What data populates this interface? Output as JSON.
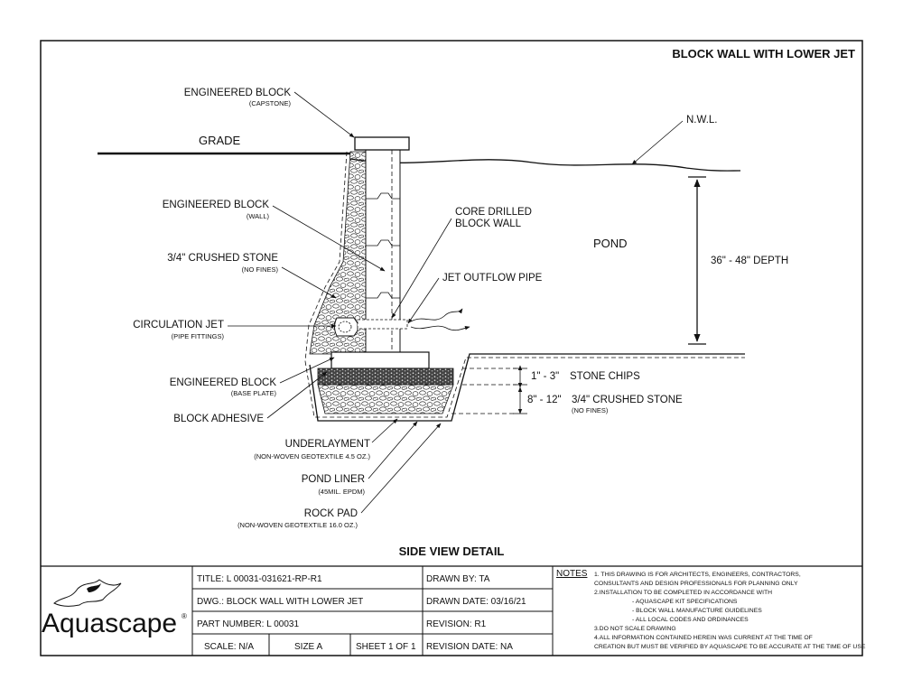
{
  "sheet_title": "BLOCK WALL WITH LOWER JET",
  "view_title": "SIDE VIEW DETAIL",
  "labels": {
    "capstone": "ENGINEERED BLOCK",
    "capstone_sub": "(CAPSTONE)",
    "grade": "GRADE",
    "nwl": "N.W.L.",
    "wall": "ENGINEERED BLOCK",
    "wall_sub": "(WALL)",
    "core": "CORE DRILLED",
    "core2": "BLOCK WALL",
    "pond": "POND",
    "depth": "36\" - 48\" DEPTH",
    "crushed": "3/4\" CRUSHED STONE",
    "crushed_sub": "(NO FINES)",
    "jet_pipe": "JET OUTFLOW PIPE",
    "circ_jet": "CIRCULATION JET",
    "circ_jet_sub": "(PIPE FITTINGS)",
    "base": "ENGINEERED BLOCK",
    "base_sub": "(BASE PLATE)",
    "adhesive": "BLOCK ADHESIVE",
    "chips_dim": "1\" - 3\"",
    "chips": "STONE CHIPS",
    "crushed2_dim": "8\" - 12\"",
    "crushed2": "3/4\" CRUSHED STONE",
    "crushed2_sub": "(NO FINES)",
    "underlay": "UNDERLAYMENT",
    "underlay_sub": "(NON-WOVEN GEOTEXTILE 4.5 OZ.)",
    "liner": "POND LINER",
    "liner_sub": "(45MIL. EPDM)",
    "rockpad": "ROCK PAD",
    "rockpad_sub": "(NON-WOVEN GEOTEXTILE 16.0 OZ.)"
  },
  "logo": {
    "brand": "Aquascape",
    "mark": "®"
  },
  "title_block": {
    "title": "TITLE: L 00031-031621-RP-R1",
    "dwg": "DWG.: BLOCK WALL WITH LOWER JET",
    "part": "PART NUMBER:   L 00031",
    "scale": "SCALE: N/A",
    "size": "SIZE  A",
    "sheet": "SHEET 1 OF 1",
    "drawn_by": "DRAWN BY: TA",
    "drawn_date": "DRAWN DATE: 03/16/21",
    "revision": "REVISION: R1",
    "revision_date": "REVISION DATE:  NA"
  },
  "notes": {
    "heading": "NOTES",
    "lines": [
      "1. THIS DRAWING IS FOR ARCHITECTS, ENGINEERS, CONTRACTORS,",
      "CONSULTANTS AND DESIGN PROFESSIONALS FOR PLANNING ONLY",
      "2.INSTALLATION TO BE COMPLETED IN ACCORDANCE WITH",
      "- AQUASCAPE KIT SPECIFICATIONS",
      "- BLOCK WALL MANUFACTURE GUIDELINES",
      "- ALL LOCAL CODES AND ORDINANCES",
      "3.DO NOT SCALE DRAWING",
      "4.ALL INFORMATION CONTAINED HEREIN WAS CURRENT AT THE TIME OF",
      "CREATION BUT MUST BE VERIFIED BY AQUASCAPE TO BE ACCURATE AT THE TIME OF USE"
    ]
  }
}
